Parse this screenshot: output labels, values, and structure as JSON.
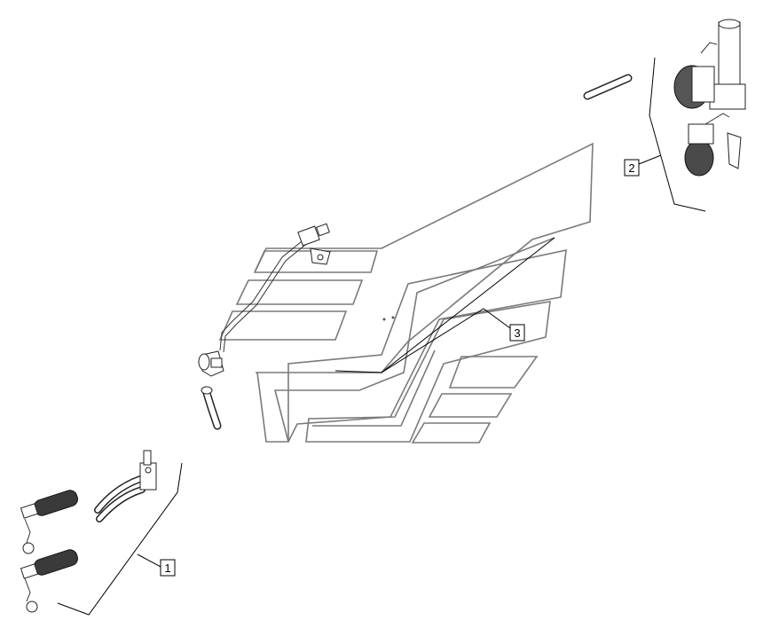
{
  "callouts": [
    {
      "id": "1",
      "label": "1"
    },
    {
      "id": "2",
      "label": "2"
    },
    {
      "id": "3",
      "label": "3"
    }
  ],
  "colors": {
    "outline": "#7a7a7a",
    "ink": "#000000",
    "part_dark": "#3a3a3a"
  },
  "parts": [
    "hydraulic-coupler-icon",
    "hydraulic-hose-icon",
    "pipe-clamp-icon",
    "elbow-fitting-icon",
    "cylinder-valve-assembly-icon"
  ]
}
